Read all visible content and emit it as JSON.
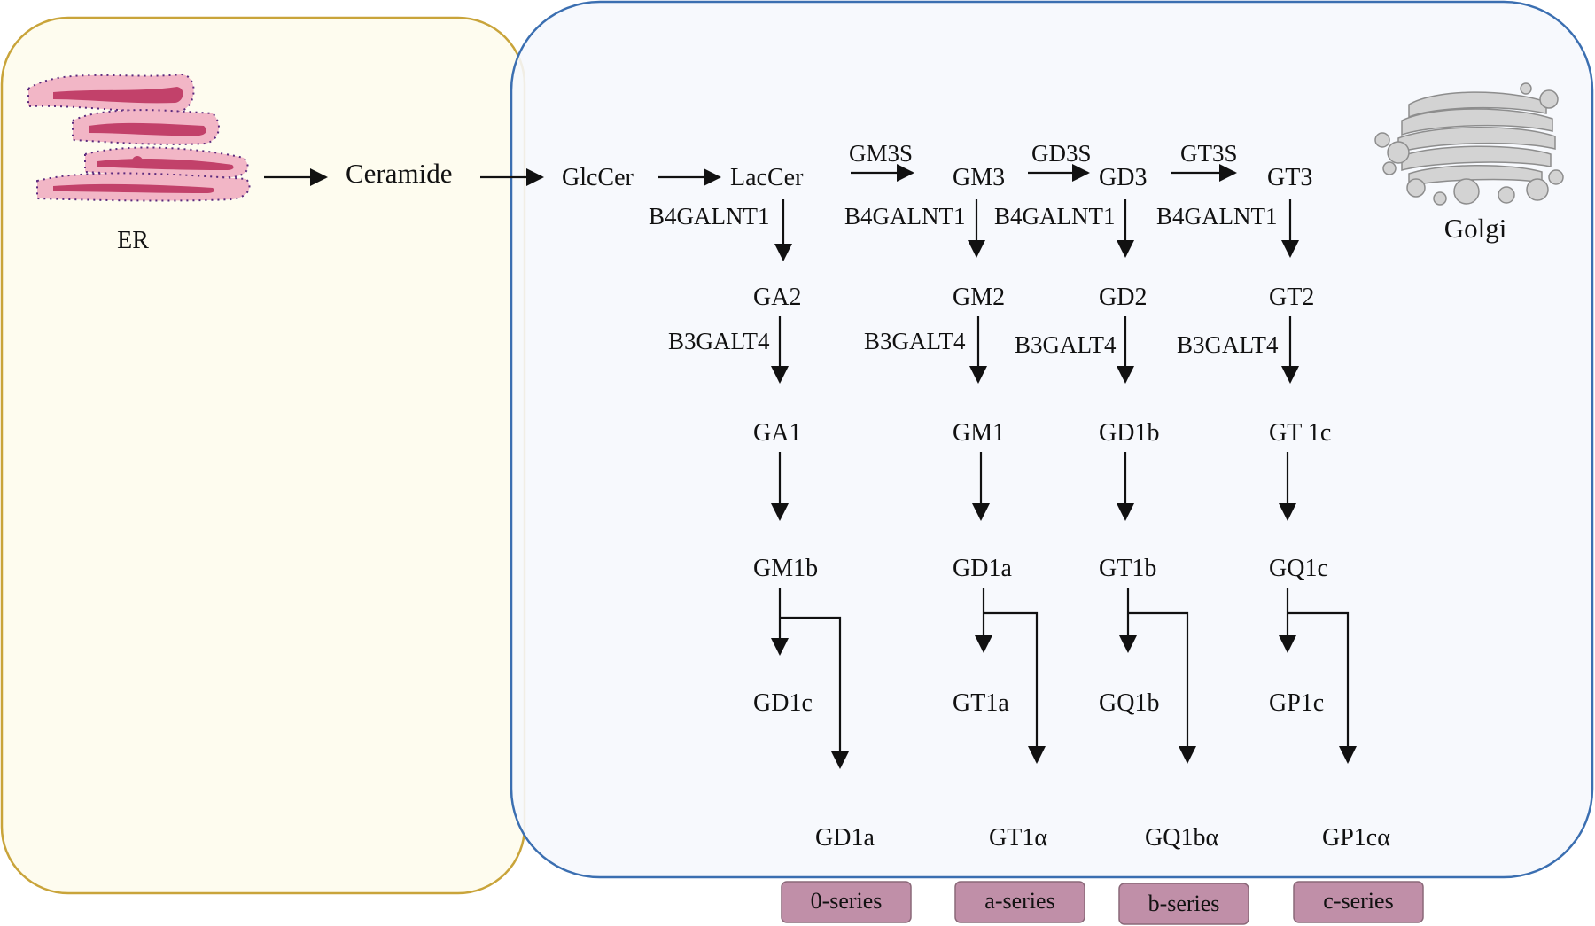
{
  "colors": {
    "er_region_fill": "#fefcef",
    "er_region_stroke": "#c9a43a",
    "golgi_region_fill": "#f6f8fd",
    "golgi_region_stroke": "#3b6fb1",
    "series_fill": "#c08fa8",
    "series_stroke": "#8a6878",
    "er_pink": "#f2b6c6",
    "er_dark": "#c2416a",
    "er_dots": "#5b2a7e",
    "golgi_gray": "#b4b4b4"
  },
  "icons": {
    "er": "endoplasmic-reticulum-icon",
    "golgi": "golgi-apparatus-icon"
  },
  "organelles": {
    "er_label": "ER",
    "golgi_label": "Golgi"
  },
  "nodes": {
    "ceramide": "Ceramide",
    "glccer": "GlcCer",
    "laccer": "LacCer",
    "gm3": "GM3",
    "gd3": "GD3",
    "gt3": "GT3",
    "ga2": "GA2",
    "gm2": "GM2",
    "gd2": "GD2",
    "gt2": "GT2",
    "ga1": "GA1",
    "gm1": "GM1",
    "gd1b": "GD1b",
    "gt1c": "GT 1c",
    "gm1b": "GM1b",
    "gd1a": "GD1a",
    "gt1b": "GT1b",
    "gq1c": "GQ1c",
    "gd1c": "GD1c",
    "gt1a": "GT1a",
    "gq1b": "GQ1b",
    "gp1c": "GP1c",
    "gd1a_alpha": "GD1a",
    "gt1_alpha": "GT1α",
    "gq1b_alpha": "GQ1bα",
    "gp1c_alpha": "GP1cα"
  },
  "enzymes": {
    "gm3s": "GM3S",
    "gd3s": "GD3S",
    "gt3s": "GT3S",
    "b4galnt1_0": "B4GALNT1",
    "b4galnt1_a": "B4GALNT1",
    "b4galnt1_b": "B4GALNT1",
    "b4galnt1_c": "B4GALNT1",
    "b3galt4_0": "B3GALT4",
    "b3galt4_a": "B3GALT4",
    "b3galt4_b": "B3GALT4",
    "b3galt4_c": "B3GALT4"
  },
  "series": [
    "0-series",
    "a-series",
    "b-series",
    "c-series"
  ]
}
